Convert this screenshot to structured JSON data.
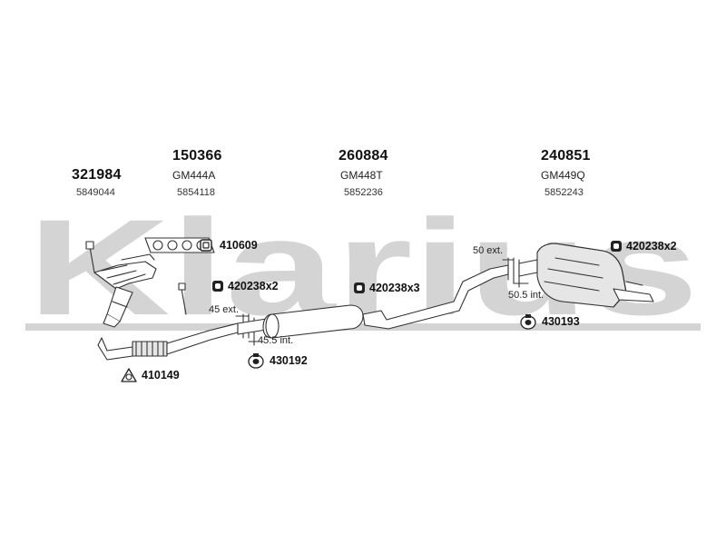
{
  "watermark": {
    "text": "Klarius",
    "color": "#d4d4d4"
  },
  "parts": [
    {
      "number": "321984",
      "ref": "",
      "oe": "5849044"
    },
    {
      "number": "150366",
      "ref": "GM444A",
      "oe": "5854118"
    },
    {
      "number": "260884",
      "ref": "GM448T",
      "oe": "5852236"
    },
    {
      "number": "240851",
      "ref": "GM449Q",
      "oe": "5852243"
    }
  ],
  "fittings": {
    "gasket_410609": "410609",
    "clamp_420238x2_a": "420238x2",
    "clamp_420238x3": "420238x3",
    "clamp_420238x2_b": "420238x2",
    "gasket_410149": "410149",
    "ring_430192": "430192",
    "ring_430193": "430193"
  },
  "dimensions": {
    "front_ext": "45 ext.",
    "front_int": "45.5 int.",
    "rear_ext": "50 ext.",
    "rear_int": "50.5 int."
  },
  "colors": {
    "line": "#333333",
    "fill": "#ffffff",
    "shade": "#e6e6e6"
  },
  "icons": [
    "rubber-mount-icon",
    "gasket-icon",
    "mounting-ring-icon"
  ]
}
